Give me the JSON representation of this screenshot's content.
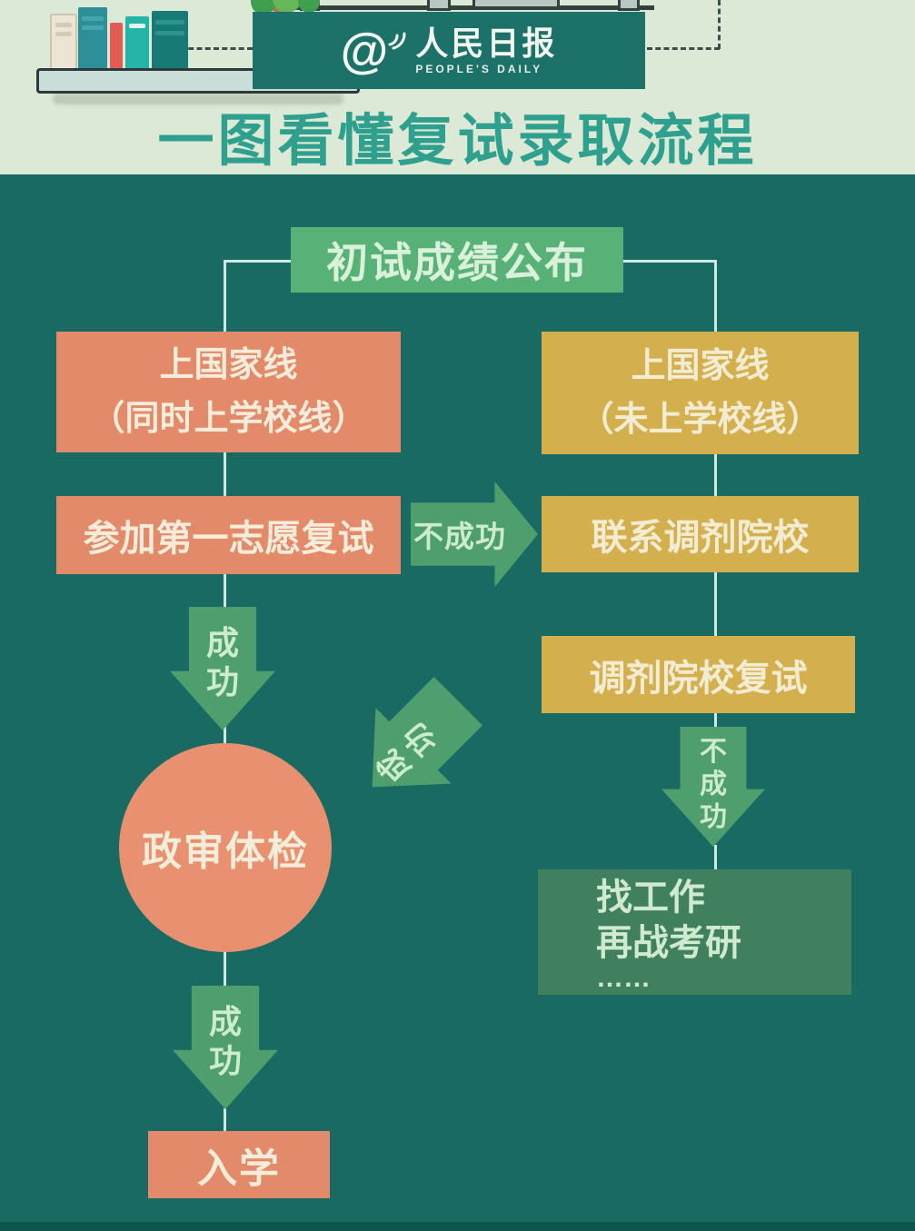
{
  "header": {
    "brand": {
      "at": "@",
      "name_cn": "人民日报",
      "name_en": "PEOPLE'S DAILY"
    },
    "title": "一图看懂复试录取流程"
  },
  "flow": {
    "start": "初试成绩公布",
    "left": {
      "national_line": {
        "line1": "上国家线",
        "line2": "（同时上学校线）"
      },
      "first_choice_reexam": "参加第一志愿复试",
      "success_label_1": "成功",
      "review_circle": "政审体检",
      "success_label_2": "成功",
      "enroll": "入学"
    },
    "right": {
      "national_line": {
        "line1": "上国家线",
        "line2": "（未上学校线）"
      },
      "contact_transfer": "联系调剂院校",
      "transfer_reexam": "调剂院校复试",
      "fail_label": "不成功",
      "outcome": {
        "line1": "找工作",
        "line2": "再战考研",
        "line3": "……"
      }
    },
    "cross": {
      "fail_label": "不成功",
      "success_label": "成功"
    }
  },
  "colors": {
    "background": "#186a62",
    "header_bg": "#dbe9d6",
    "banner": "#1c7168",
    "title": "#2f9f8e",
    "start_box": "#58b277",
    "salmon": "#e28a69",
    "yellow": "#d4af4e",
    "arrow_green": "#4f9e6e",
    "outcome_box": "#40805e",
    "connector": "#cfe8e2"
  }
}
